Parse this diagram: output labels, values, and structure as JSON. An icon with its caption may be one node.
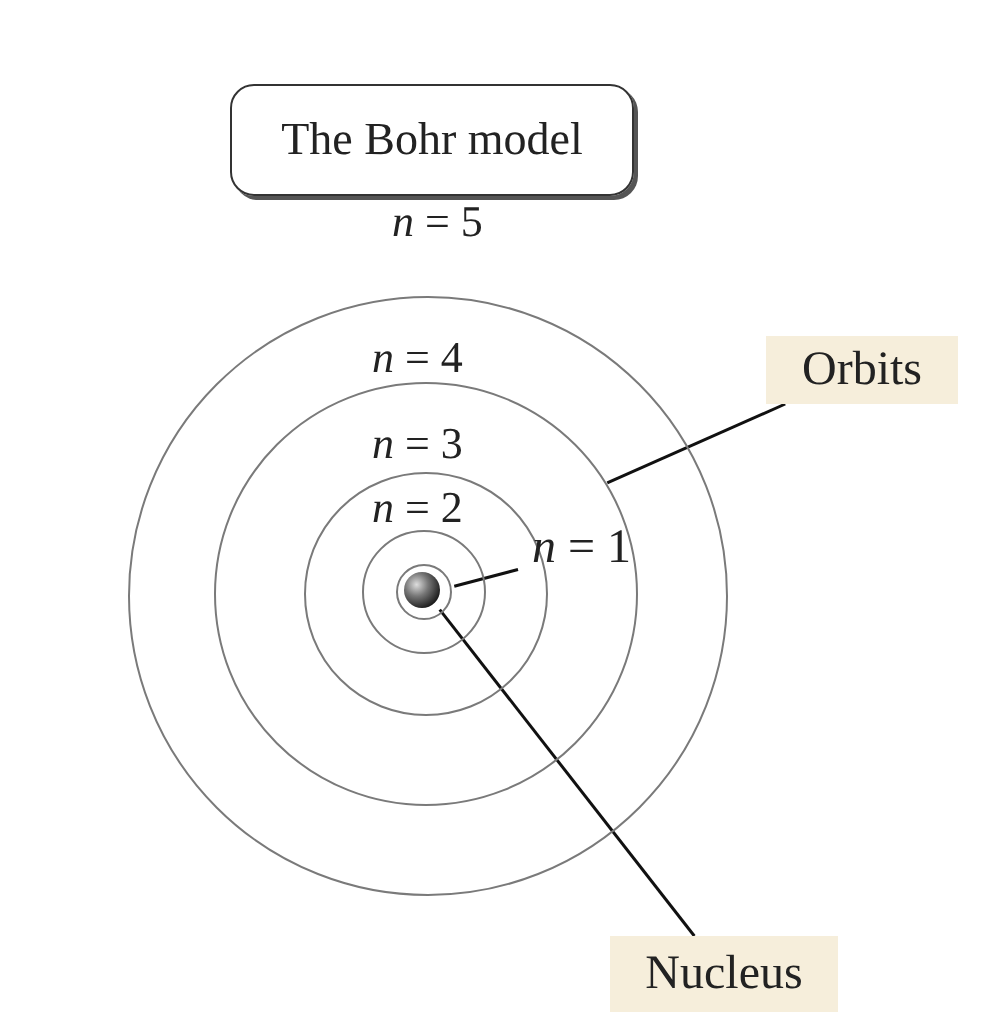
{
  "diagram": {
    "nodes": [
      {
        "text": [
          "The Bohr model"
        ]
      },
      {
        "text": [],
        "shape": "circle"
      },
      {
        "text": [],
        "shape": "circle",
        "in": 1
      },
      {
        "text": [],
        "shape": "circle",
        "in": 2
      },
      {
        "text": [],
        "shape": "circle",
        "in": 3
      },
      {
        "text": [],
        "shape": "circle",
        "in": 4
      },
      {
        "text": [],
        "shape": "circle",
        "in": 5
      },
      {
        "text": [
          "*n* = 1"
        ],
        "in": 2
      },
      {
        "text": [
          "Orbits"
        ]
      },
      {
        "text": [
          "Nucleus"
        ]
      }
    ],
    "edges": [
      {
        "from": 7,
        "to": 5,
        "arrow": "none"
      },
      {
        "from": 8,
        "to": 2,
        "arrow": "none"
      },
      {
        "from": 9,
        "to": 6,
        "arrow": "none"
      }
    ],
    "labels": [
      "*n* = 5",
      "*n* = 4",
      "*n* = 3",
      "*n* = 2"
    ]
  }
}
